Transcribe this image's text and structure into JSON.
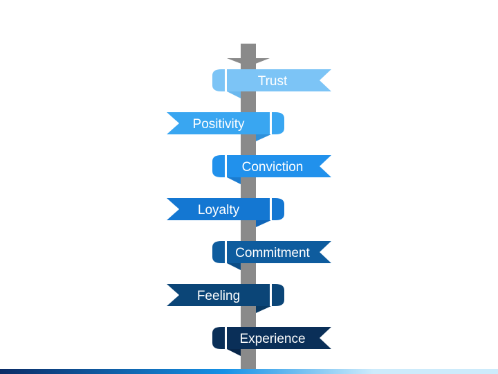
{
  "diagram": {
    "title": "",
    "signs": [
      {
        "label": "Trust",
        "direction": "right",
        "color": "#7CC4F6",
        "fold_color": "#6BB8EE"
      },
      {
        "label": "Positivity",
        "direction": "left",
        "color": "#39A6F1",
        "fold_color": "#2E90DA"
      },
      {
        "label": "Conviction",
        "direction": "right",
        "color": "#2191EC",
        "fold_color": "#1B7CD0"
      },
      {
        "label": "Loyalty",
        "direction": "left",
        "color": "#1477D2",
        "fold_color": "#1065B8"
      },
      {
        "label": "Commitment",
        "direction": "right",
        "color": "#0E5C9E",
        "fold_color": "#0B4D86"
      },
      {
        "label": "Feeling",
        "direction": "left",
        "color": "#0B4577",
        "fold_color": "#093A64"
      },
      {
        "label": "Experience",
        "direction": "right",
        "color": "#0A2F58",
        "fold_color": "#08264A"
      }
    ],
    "pole_color": "#8A8A8A",
    "footer_bar_colors": [
      "#0B2C66",
      "#1591E6",
      "#CDEBFB"
    ]
  }
}
